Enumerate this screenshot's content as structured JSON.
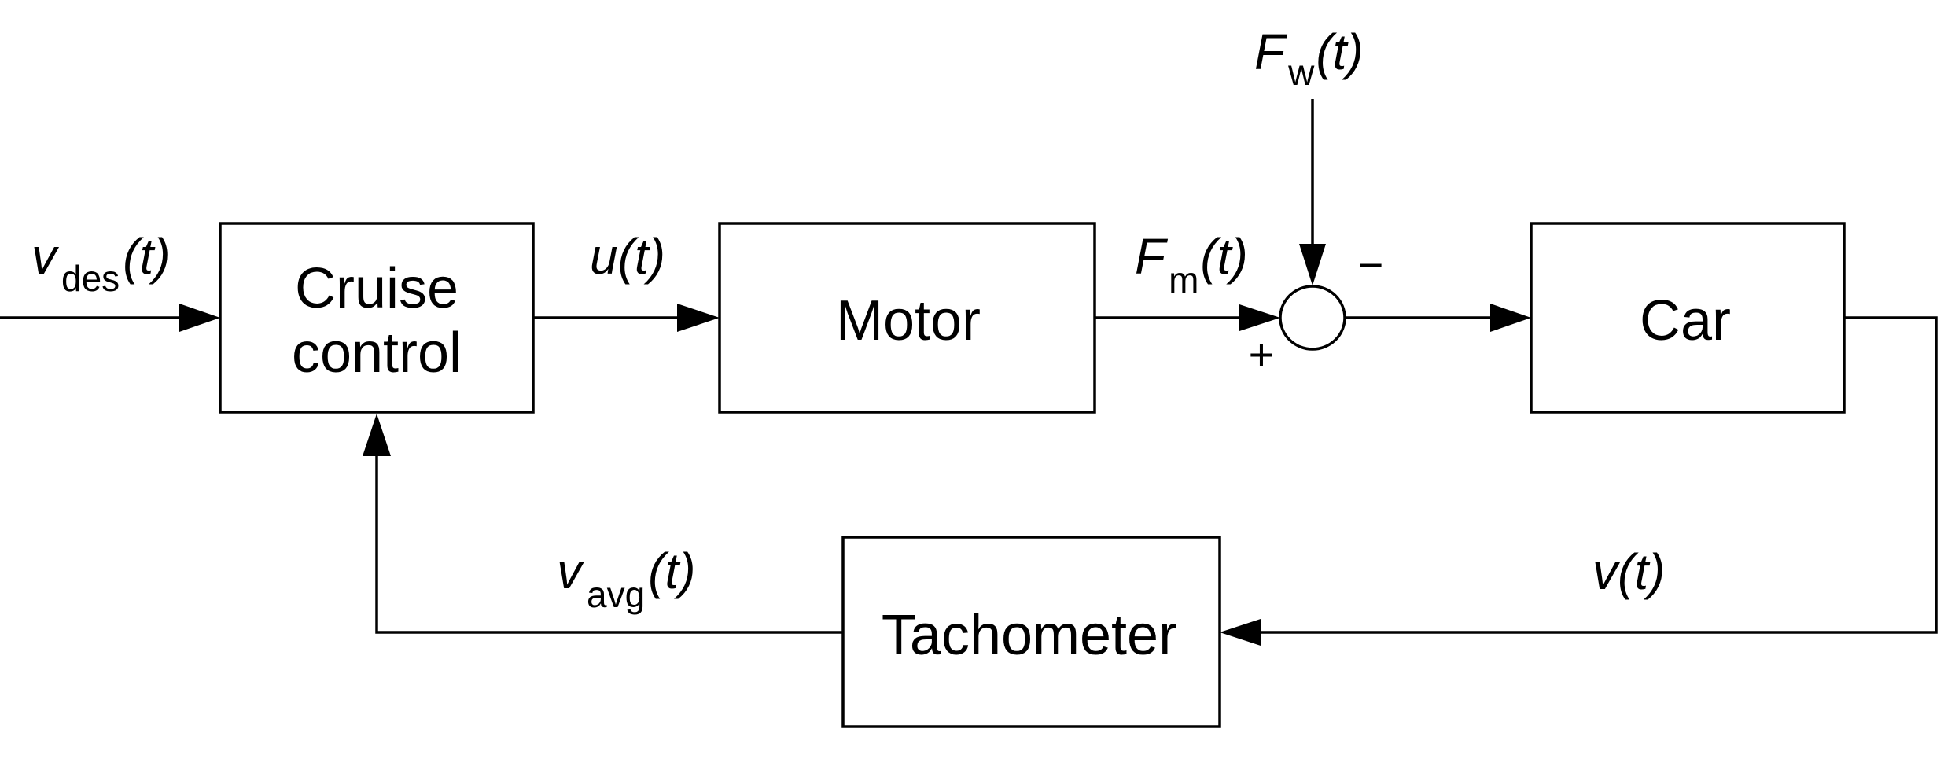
{
  "diagram": {
    "type": "block-diagram",
    "title": "",
    "blocks": {
      "cruise_control": {
        "line1": "Cruise",
        "line2": "control"
      },
      "motor": {
        "label": "Motor"
      },
      "car": {
        "label": "Car"
      },
      "tachometer": {
        "label": "Tachometer"
      }
    },
    "signals": {
      "v_des": {
        "symbol": "v",
        "subscript": "des",
        "arg": "(t)"
      },
      "u": {
        "symbol": "u",
        "subscript": "",
        "arg": "(t)"
      },
      "F_m": {
        "symbol": "F",
        "subscript": "m",
        "arg": "(t)"
      },
      "F_w": {
        "symbol": "F",
        "subscript": "w",
        "arg": "(t)"
      },
      "v": {
        "symbol": "v",
        "subscript": "",
        "arg": "(t)"
      },
      "v_avg": {
        "symbol": "v",
        "subscript": "avg",
        "arg": "(t)"
      }
    },
    "summing_junction": {
      "plus_sign": "+",
      "minus_sign": "−"
    },
    "connections": [
      {
        "from": "input",
        "to": "cruise_control",
        "signal": "v_des"
      },
      {
        "from": "cruise_control",
        "to": "motor",
        "signal": "u"
      },
      {
        "from": "motor",
        "to": "summing_junction",
        "signal": "F_m",
        "sign": "+"
      },
      {
        "from": "disturbance",
        "to": "summing_junction",
        "signal": "F_w",
        "sign": "−"
      },
      {
        "from": "summing_junction",
        "to": "car",
        "signal": ""
      },
      {
        "from": "car",
        "to": "tachometer",
        "signal": "v"
      },
      {
        "from": "tachometer",
        "to": "cruise_control",
        "signal": "v_avg"
      }
    ]
  }
}
